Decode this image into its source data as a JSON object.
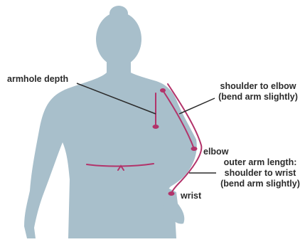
{
  "labels": {
    "armhole": "armhole depth",
    "shoulder_elbow_line1": "shoulder to elbow",
    "shoulder_elbow_line2": "(bend arm slightly)",
    "elbow": "elbow",
    "outer_arm_line1": "outer arm length:",
    "outer_arm_line2": "shoulder to wrist",
    "outer_arm_line3": "(bend arm slightly)",
    "wrist": "wrist"
  },
  "colors": {
    "body": "#a8bfcb",
    "measure": "#b2336a",
    "leader": "#2b2b2b",
    "text": "#2b2b2b"
  }
}
